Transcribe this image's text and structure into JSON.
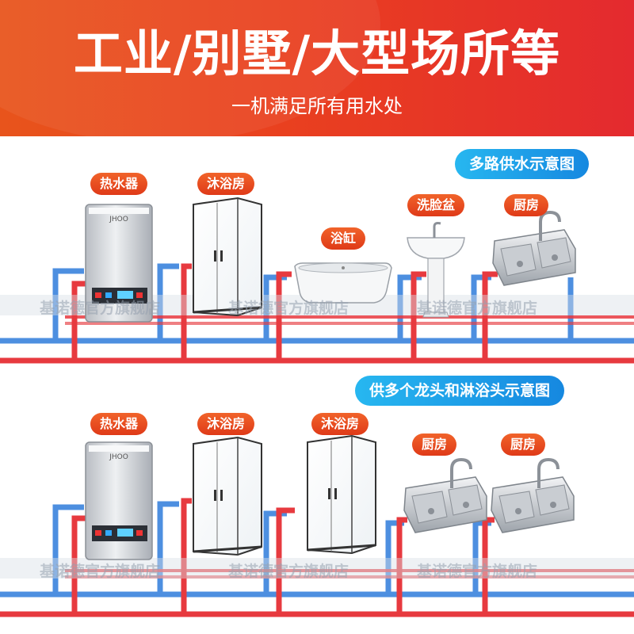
{
  "header": {
    "title": "工业/别墅/大型场所等",
    "subtitle": "一机满足所有用水处"
  },
  "colors": {
    "banner": "#e8541c",
    "hot_pipe": "#e8383d",
    "cold_pipe": "#4a90e2",
    "tag_blue": "#1b9be6",
    "pill_orange": "#ec5226"
  },
  "section1": {
    "tag": "多路供水示意图",
    "labels": {
      "heater": "热水器",
      "shower": "沐浴房",
      "bathtub": "浴缸",
      "basin": "洗脸盆",
      "kitchen": "厨房"
    },
    "heater_brand": "JHOO"
  },
  "section2": {
    "tag": "供多个龙头和淋浴头示意图",
    "labels": {
      "heater": "热水器",
      "shower1": "沐浴房",
      "shower2": "沐浴房",
      "kitchen1": "厨房",
      "kitchen2": "厨房"
    },
    "heater_brand": "JHOO"
  },
  "watermark": "基诺德官方旗舰店"
}
